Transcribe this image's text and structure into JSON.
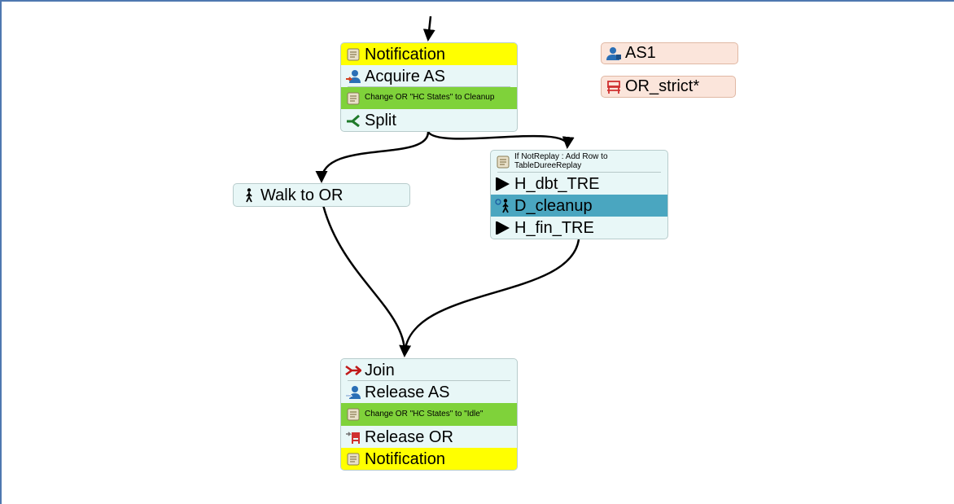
{
  "diagram": {
    "blocks": [
      {
        "rows": [
          {
            "icon": "script-icon",
            "label": "Notification",
            "style": "yellow"
          },
          {
            "icon": "acquire-icon",
            "label": "Acquire AS",
            "style": "plain"
          },
          {
            "icon": "script-icon",
            "label": "Change OR \"HC States\" to Cleanup",
            "style": "green"
          },
          {
            "icon": "split-icon",
            "label": "Split",
            "style": "plain"
          }
        ]
      },
      {
        "rows": [
          {
            "icon": "walk-icon",
            "label": "Walk to OR",
            "style": "plain"
          }
        ]
      },
      {
        "rows": [
          {
            "icon": "script-icon",
            "label": "If NotReplay : Add Row to TableDureeReplay",
            "style": "plain"
          },
          {
            "icon": "flag-icon",
            "label": "H_dbt_TRE",
            "style": "plain"
          },
          {
            "icon": "walk-icon",
            "label": "D_cleanup",
            "style": "teal"
          },
          {
            "icon": "flag-icon",
            "label": "H_fin_TRE",
            "style": "plain"
          }
        ]
      },
      {
        "rows": [
          {
            "icon": "join-icon",
            "label": "Join",
            "style": "plain"
          },
          {
            "icon": "release-icon",
            "label": "Release AS",
            "style": "plain"
          },
          {
            "icon": "script-icon",
            "label": "Change OR \"HC States\" to \"Idle\"",
            "style": "green"
          },
          {
            "icon": "release-or-icon",
            "label": "Release OR",
            "style": "plain"
          },
          {
            "icon": "script-icon",
            "label": "Notification",
            "style": "yellow"
          }
        ]
      }
    ],
    "resources": [
      {
        "icon": "person-icon",
        "label": "AS1"
      },
      {
        "icon": "bed-icon",
        "label": "OR_strict*"
      }
    ]
  }
}
